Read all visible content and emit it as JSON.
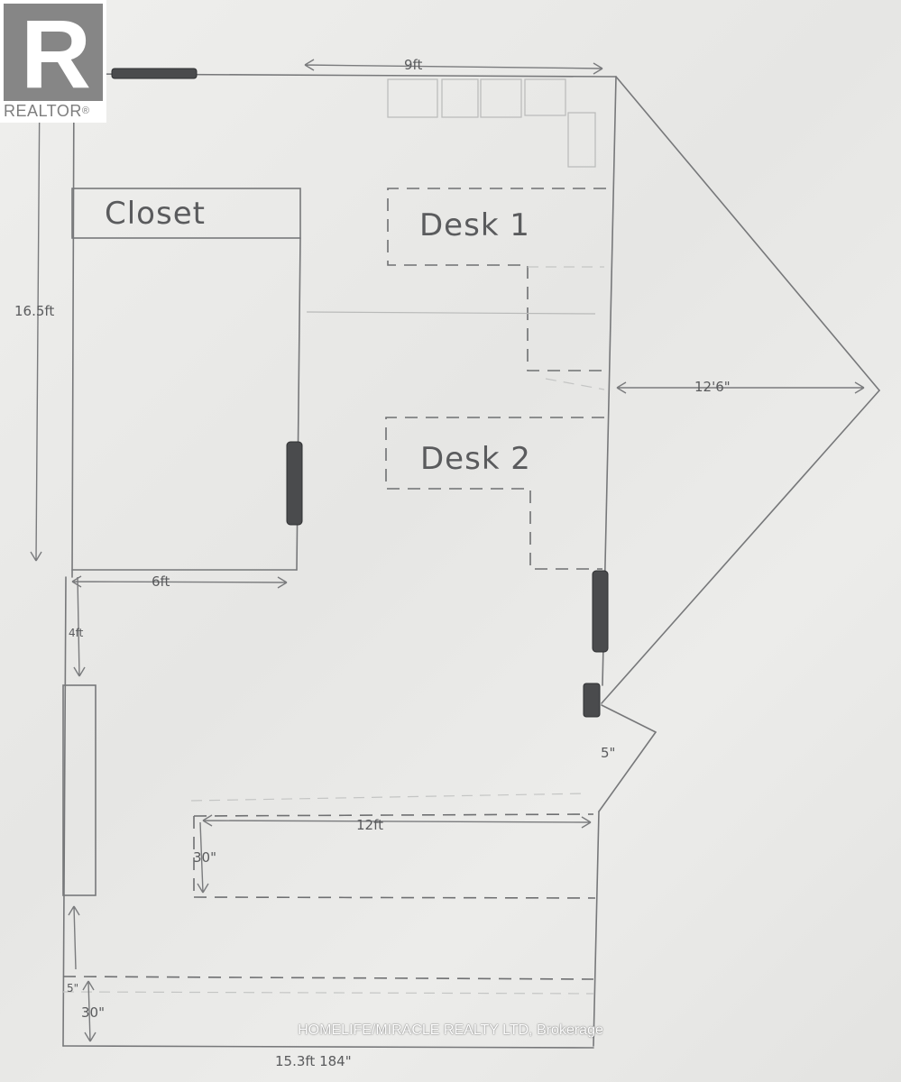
{
  "logo": {
    "mark": "R",
    "text": "REALTOR",
    "trademark": "®"
  },
  "plan": {
    "rooms": {
      "closet": "Closet",
      "desk_1": "Desk 1",
      "desk_2": "Desk 2"
    },
    "dimensions": {
      "top_width": "9ft",
      "left_height": "16.5ft",
      "closet_width": "6ft",
      "gap_left": "4ft",
      "angled_depth": "12'6\"",
      "bench_length": "12ft",
      "bench_depth": "30\"",
      "bottom_depth": "30\"",
      "small_gap_right": "5\"",
      "small_gap_left": "5\"",
      "bottom_width": "15.3ft 184\""
    }
  },
  "watermark": "HOMELIFE/MIRACLE REALTY LTD, Brokerage"
}
